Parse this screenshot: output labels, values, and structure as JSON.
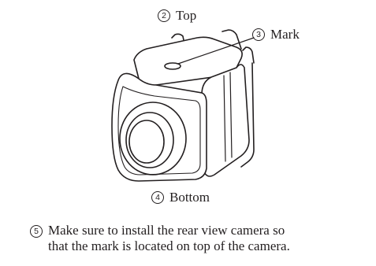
{
  "figure": {
    "callouts": {
      "top": {
        "number": "2",
        "label": "Top"
      },
      "mark": {
        "number": "3",
        "label": "Mark"
      },
      "bottom": {
        "number": "4",
        "label": "Bottom"
      }
    }
  },
  "note": {
    "number": "5",
    "line1": "Make sure to install the rear view camera so",
    "line2": "that the mark is located on top of the camera."
  }
}
